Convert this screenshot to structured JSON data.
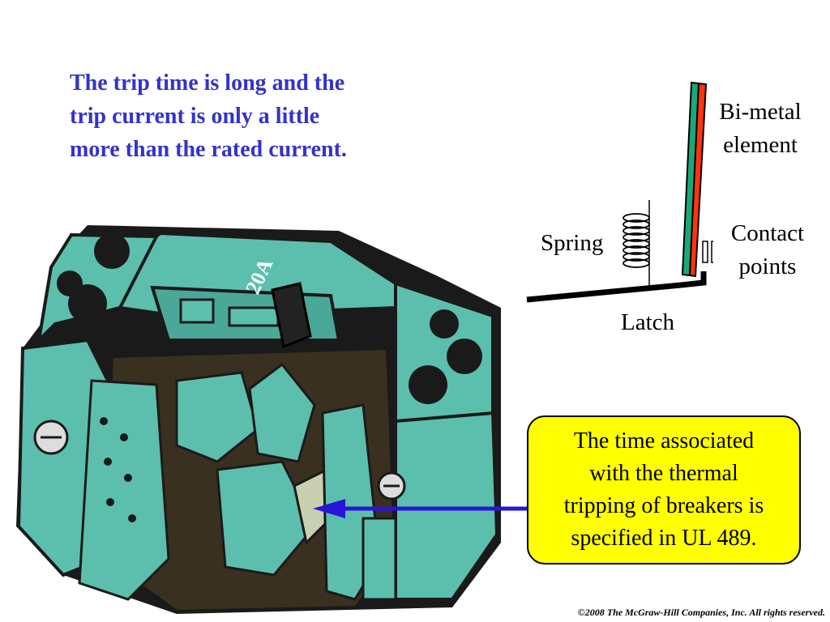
{
  "headline": "The trip time is long and the\ntrip current is only a little\nmore than the rated current.",
  "diagram": {
    "bimetal_label": "Bi-metal\nelement",
    "contact_label": "Contact\npoints",
    "spring_label": "Spring",
    "latch_label": "Latch"
  },
  "breaker": {
    "rating_label": "20A"
  },
  "callout": {
    "text": "The time associated\nwith the thermal\ntripping of breakers is\nspecified in UL 489."
  },
  "copyright": "©2008 The McGraw-Hill Companies, Inc. All rights reserved.",
  "colors": {
    "headline": "#3333cc",
    "callout_bg": "#ffff00",
    "arrow": "#2a14d8",
    "breaker_body": "#5cbfad",
    "breaker_dark": "#1a1a1a",
    "bimetal_green": "#1aa878",
    "bimetal_red": "#ff3311"
  }
}
